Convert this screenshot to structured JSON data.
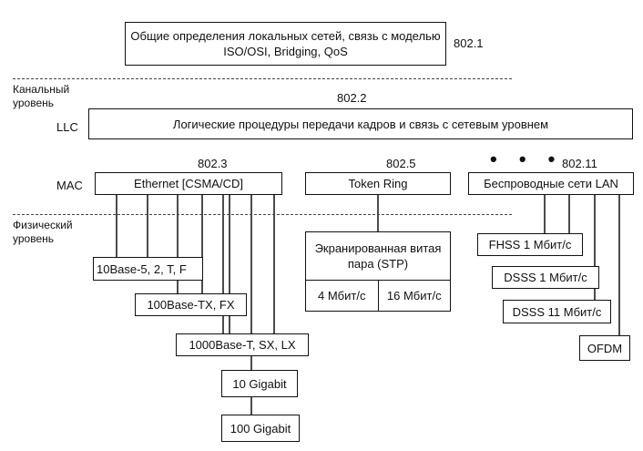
{
  "top": {
    "general_box": "Общие определения локальных сетей, связь с моделью ISO/OSI, Bridging, QoS",
    "std": "802.1"
  },
  "layers": {
    "link": "Канальный уровень",
    "physical": "Физический уровень"
  },
  "llc": {
    "label": "LLC",
    "std": "802.2",
    "box": "Логические процедуры передачи кадров и связь с сетевым уровнем"
  },
  "mac": {
    "label": "MAC",
    "ellipsis": "• • •",
    "ethernet": {
      "std": "802.3",
      "box": "Ethernet [CSMA/CD]"
    },
    "token_ring": {
      "std": "802.5",
      "box": "Token Ring"
    },
    "wireless": {
      "std": "802.11",
      "box": "Беспроводные сети LAN"
    }
  },
  "ethernet_phy": [
    "10Base-5, 2, T, F",
    "100Base-TX, FX",
    "1000Base-T, SX, LX",
    "10 Gigabit",
    "100 Gigabit"
  ],
  "token_ring_phy": {
    "media": "Экранированная витая пара (STP)",
    "speeds": [
      "4 Мбит/с",
      "16 Мбит/с"
    ]
  },
  "wireless_phy": [
    "FHSS 1 Мбит/с",
    "DSSS 1 Мбит/с",
    "DSSS 11 Мбит/с",
    "OFDM"
  ]
}
